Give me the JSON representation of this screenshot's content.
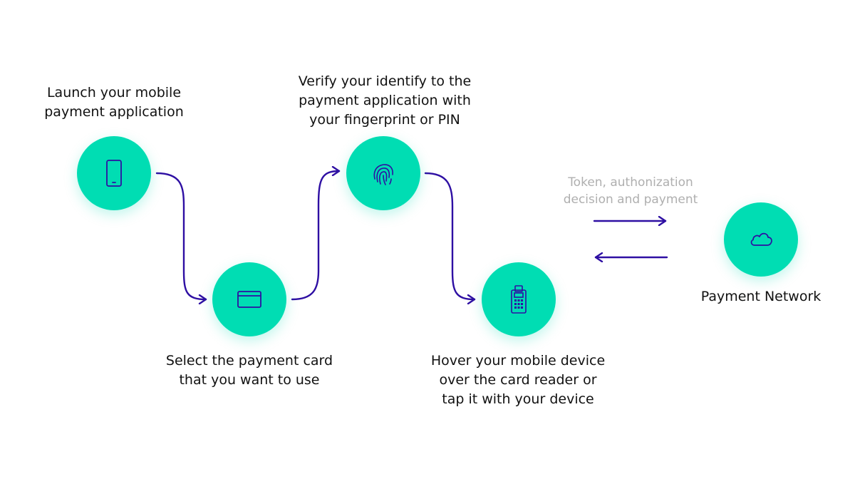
{
  "colors": {
    "node_fill": "#00DDB3",
    "connector": "#2E0FA3",
    "icon_stroke": "#2E0FA3",
    "note_text": "#AFAFAF",
    "caption_text": "#111111"
  },
  "steps": [
    {
      "icon": "phone-icon",
      "label": "Launch your mobile\npayment application"
    },
    {
      "icon": "credit-card-icon",
      "label": "Select the payment card\nthat you want to use"
    },
    {
      "icon": "fingerprint-icon",
      "label": "Verify your identify to the\npayment application with\nyour fingerprint or PIN"
    },
    {
      "icon": "card-reader-icon",
      "label": "Hover your mobile device\nover the card reader or\ntap it with your device"
    }
  ],
  "network": {
    "icon": "cloud-icon",
    "label": "Payment Network"
  },
  "exchange": {
    "note": "Token, authonization\ndecision and payment"
  }
}
